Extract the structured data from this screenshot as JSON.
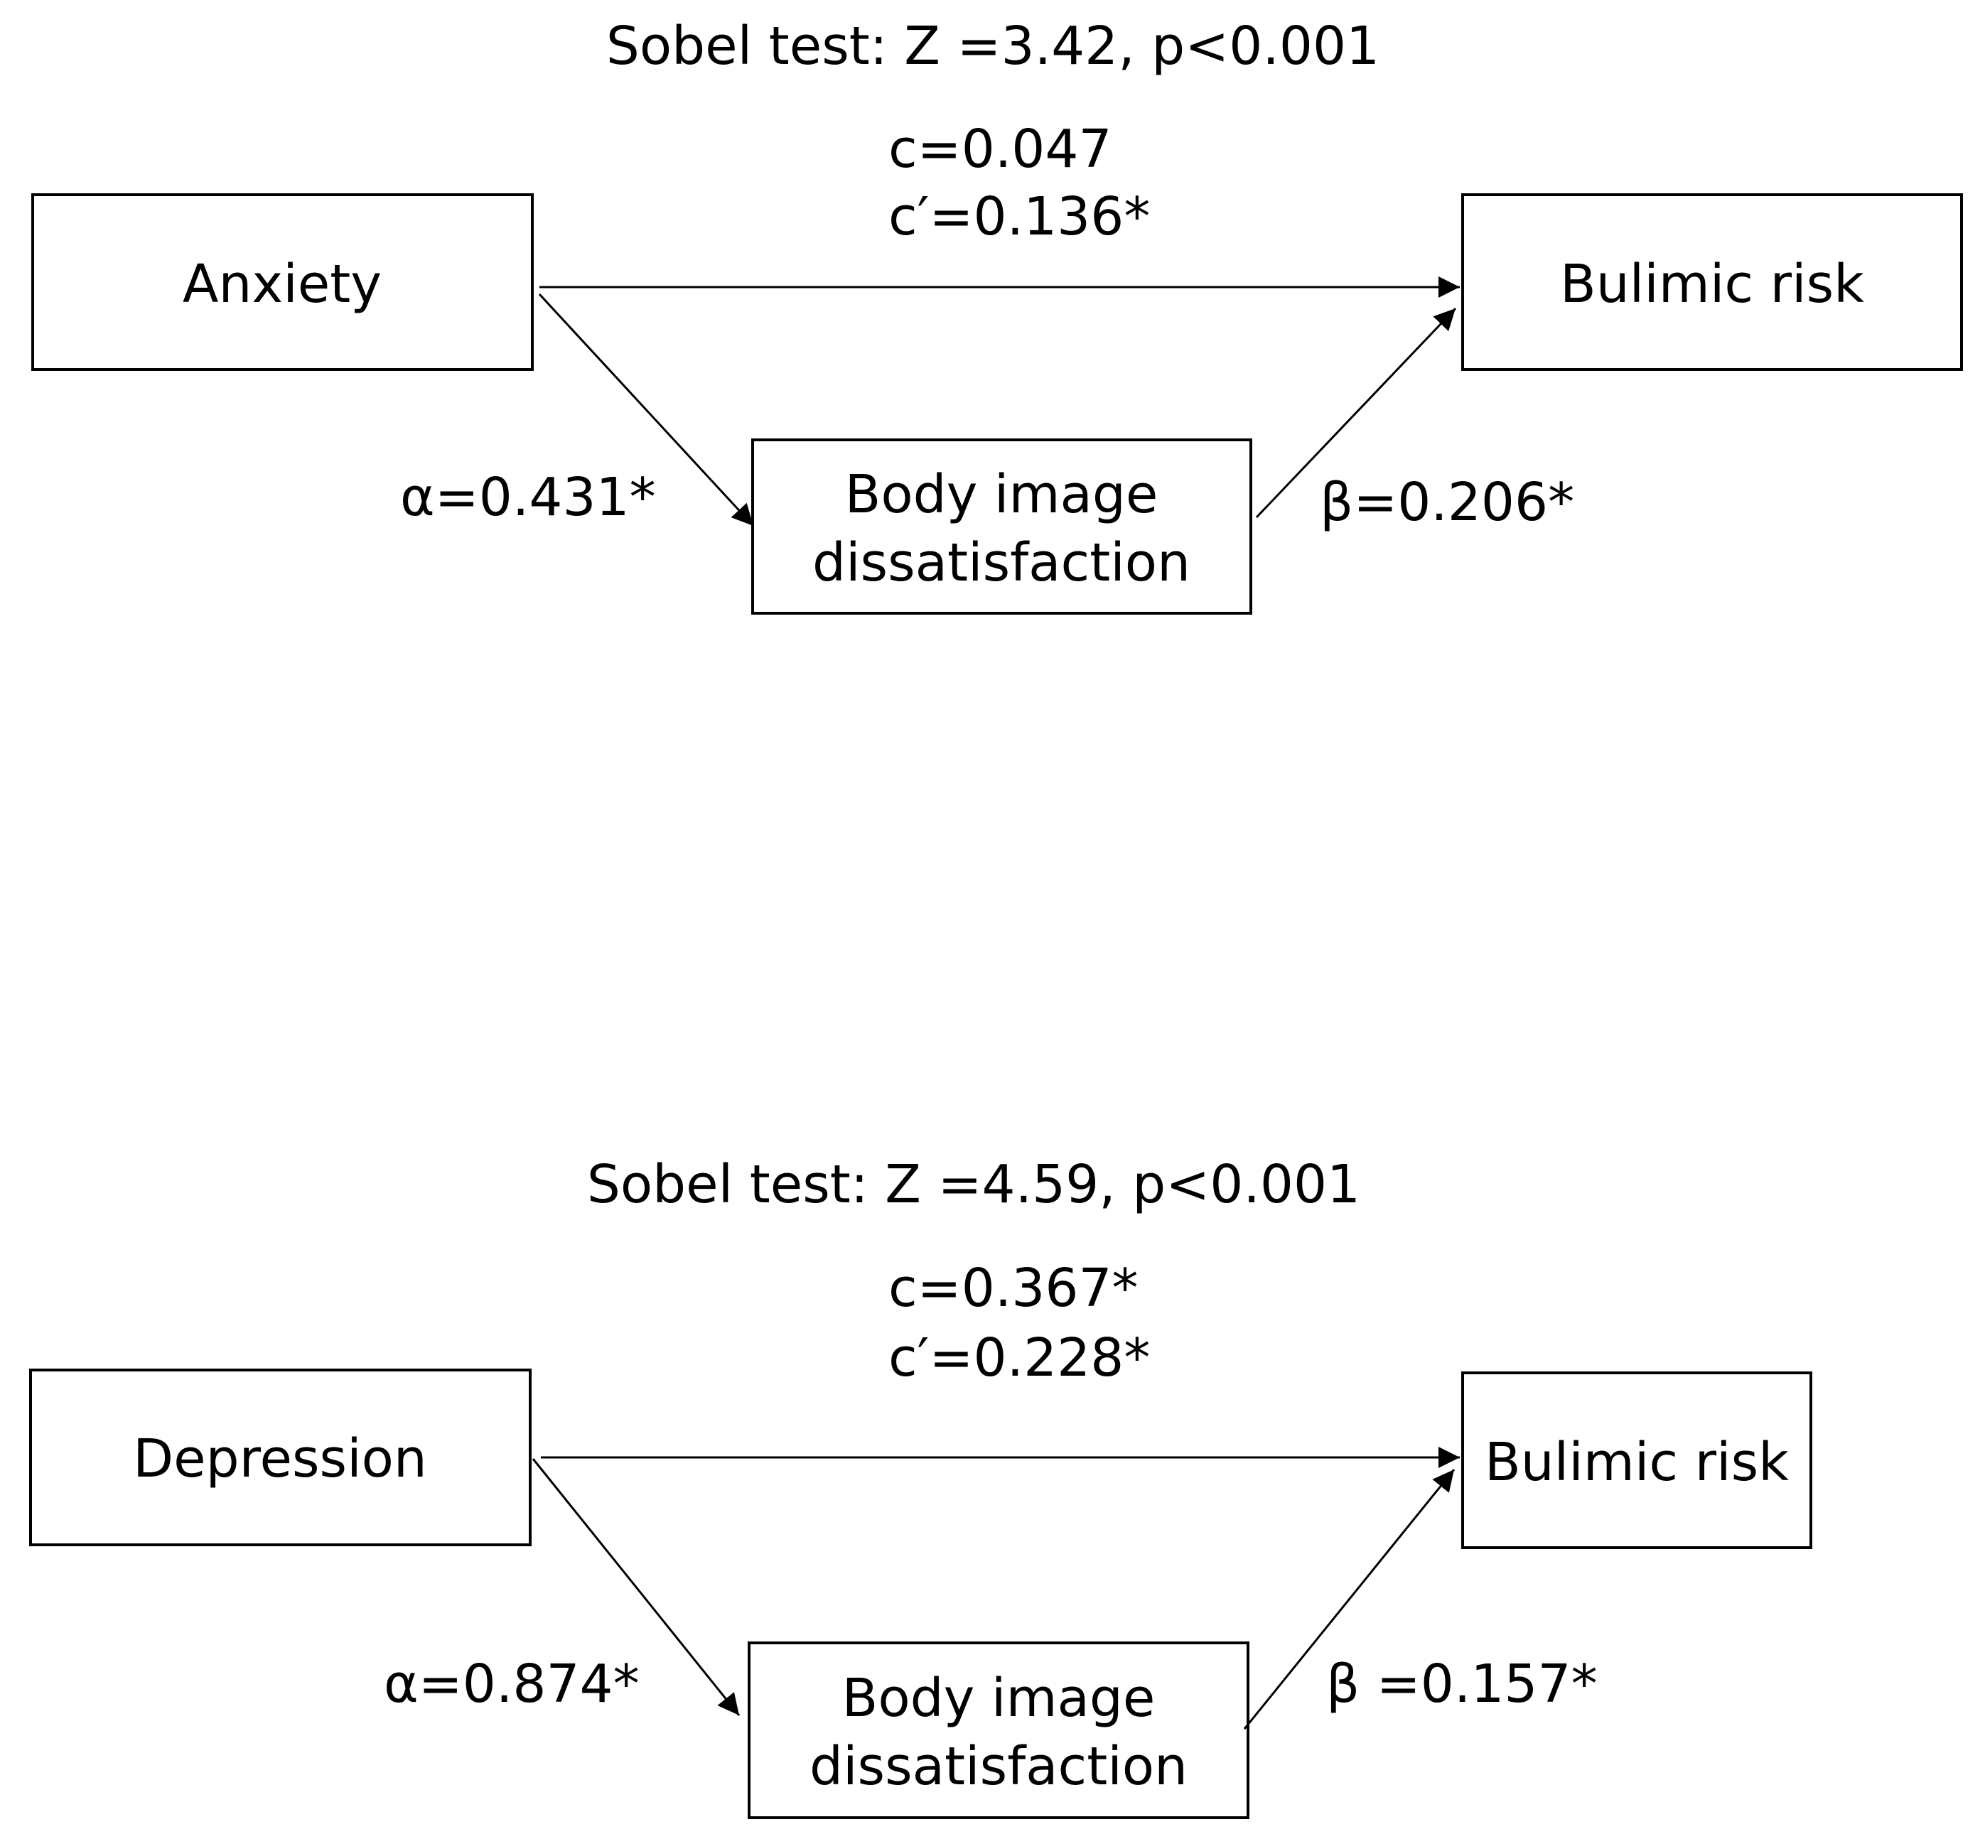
{
  "panels": [
    {
      "sobel": "Sobel test: Z =3.42, p<0.001",
      "c": "c=0.047",
      "c_prime": "c′=0.136*",
      "alpha": "α=0.431*",
      "beta": "β=0.206*",
      "predictor": "Anxiety",
      "mediator_line1": "Body image",
      "mediator_line2": "dissatisfaction",
      "outcome": "Bulimic risk"
    },
    {
      "sobel": "Sobel test: Z =4.59, p<0.001",
      "c": "c=0.367*",
      "c_prime": "c′=0.228*",
      "alpha": "α=0.874*",
      "beta": "β =0.157*",
      "predictor": "Depression",
      "mediator_line1": "Body image",
      "mediator_line2": "dissatisfaction",
      "outcome": "Bulimic risk"
    }
  ]
}
